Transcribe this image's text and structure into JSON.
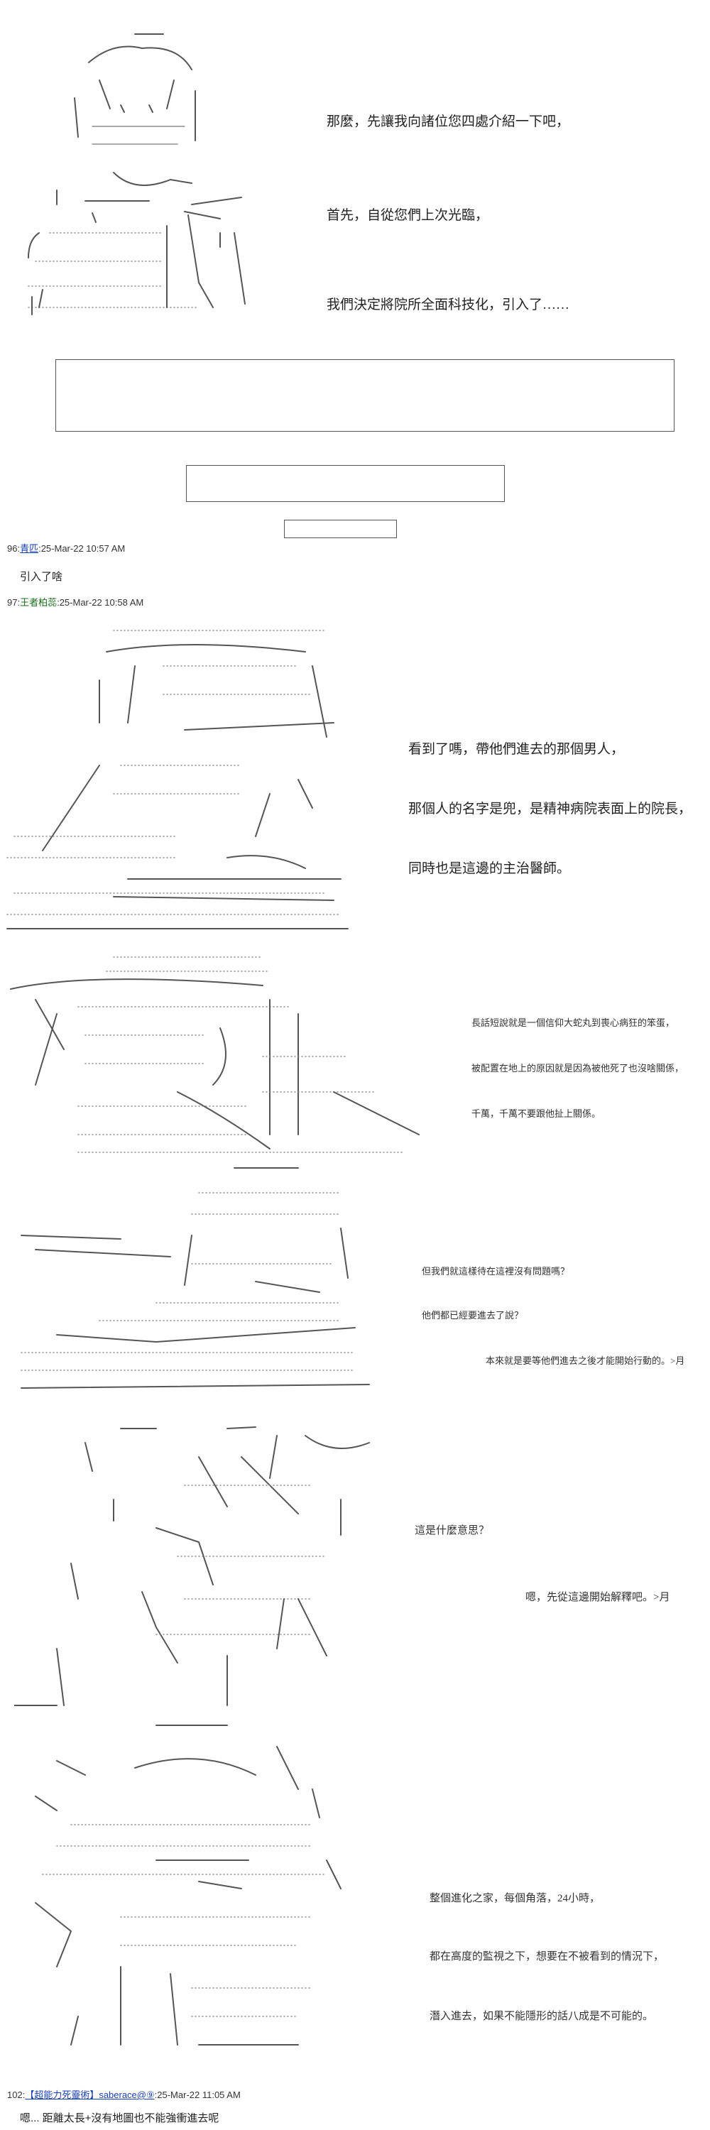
{
  "panel1": {
    "lines": [
      "那麼，先讓我向諸位您四處介紹一下吧，",
      "首先，自從您們上次光臨，",
      "我們決定將院所全面科技化，引入了……"
    ]
  },
  "post96": {
    "num": "96:",
    "name": "青匹",
    "time": ":25-Mar-22 10:57 AM",
    "body": "引入了啥"
  },
  "post97": {
    "num": "97:",
    "name": "王者柏蕊",
    "time": ":25-Mar-22 10:58 AM"
  },
  "panel2": {
    "lines": [
      "看到了嗎，帶他們進去的那個男人，",
      "那個人的名字是兜，是精神病院表面上的院長，",
      "同時也是這邊的主治醫師。"
    ]
  },
  "panel3": {
    "lines": [
      "長話短說就是一個信仰大蛇丸到喪心病狂的笨蛋，",
      "被配置在地上的原因就是因為被他死了也沒啥關係，",
      "千萬，千萬不要跟他扯上關係。"
    ]
  },
  "panel4": {
    "lines": [
      "但我們就這樣待在這裡沒有問題嗎？",
      "他們都已經要進去了說？",
      "本來就是要等他們進去之後才能開始行動的。>月"
    ]
  },
  "panel5": {
    "lines": [
      "這是什麼意思？",
      "嗯，先從這邊開始解釋吧。>月"
    ]
  },
  "panel6": {
    "lines": [
      "整個進化之家，每個角落，24小時，",
      "都在高度的監視之下，想要在不被看到的情況下，",
      "潛入進去，如果不能隱形的話八成是不可能的。"
    ]
  },
  "post102": {
    "num": "102:",
    "name": "【超能力死靈術】saberace@",
    "mark": "⑨",
    "time": ":25-Mar-22 11:05 AM",
    "body": "嗯... 距離太長+沒有地圖也不能強衝進去呢"
  }
}
